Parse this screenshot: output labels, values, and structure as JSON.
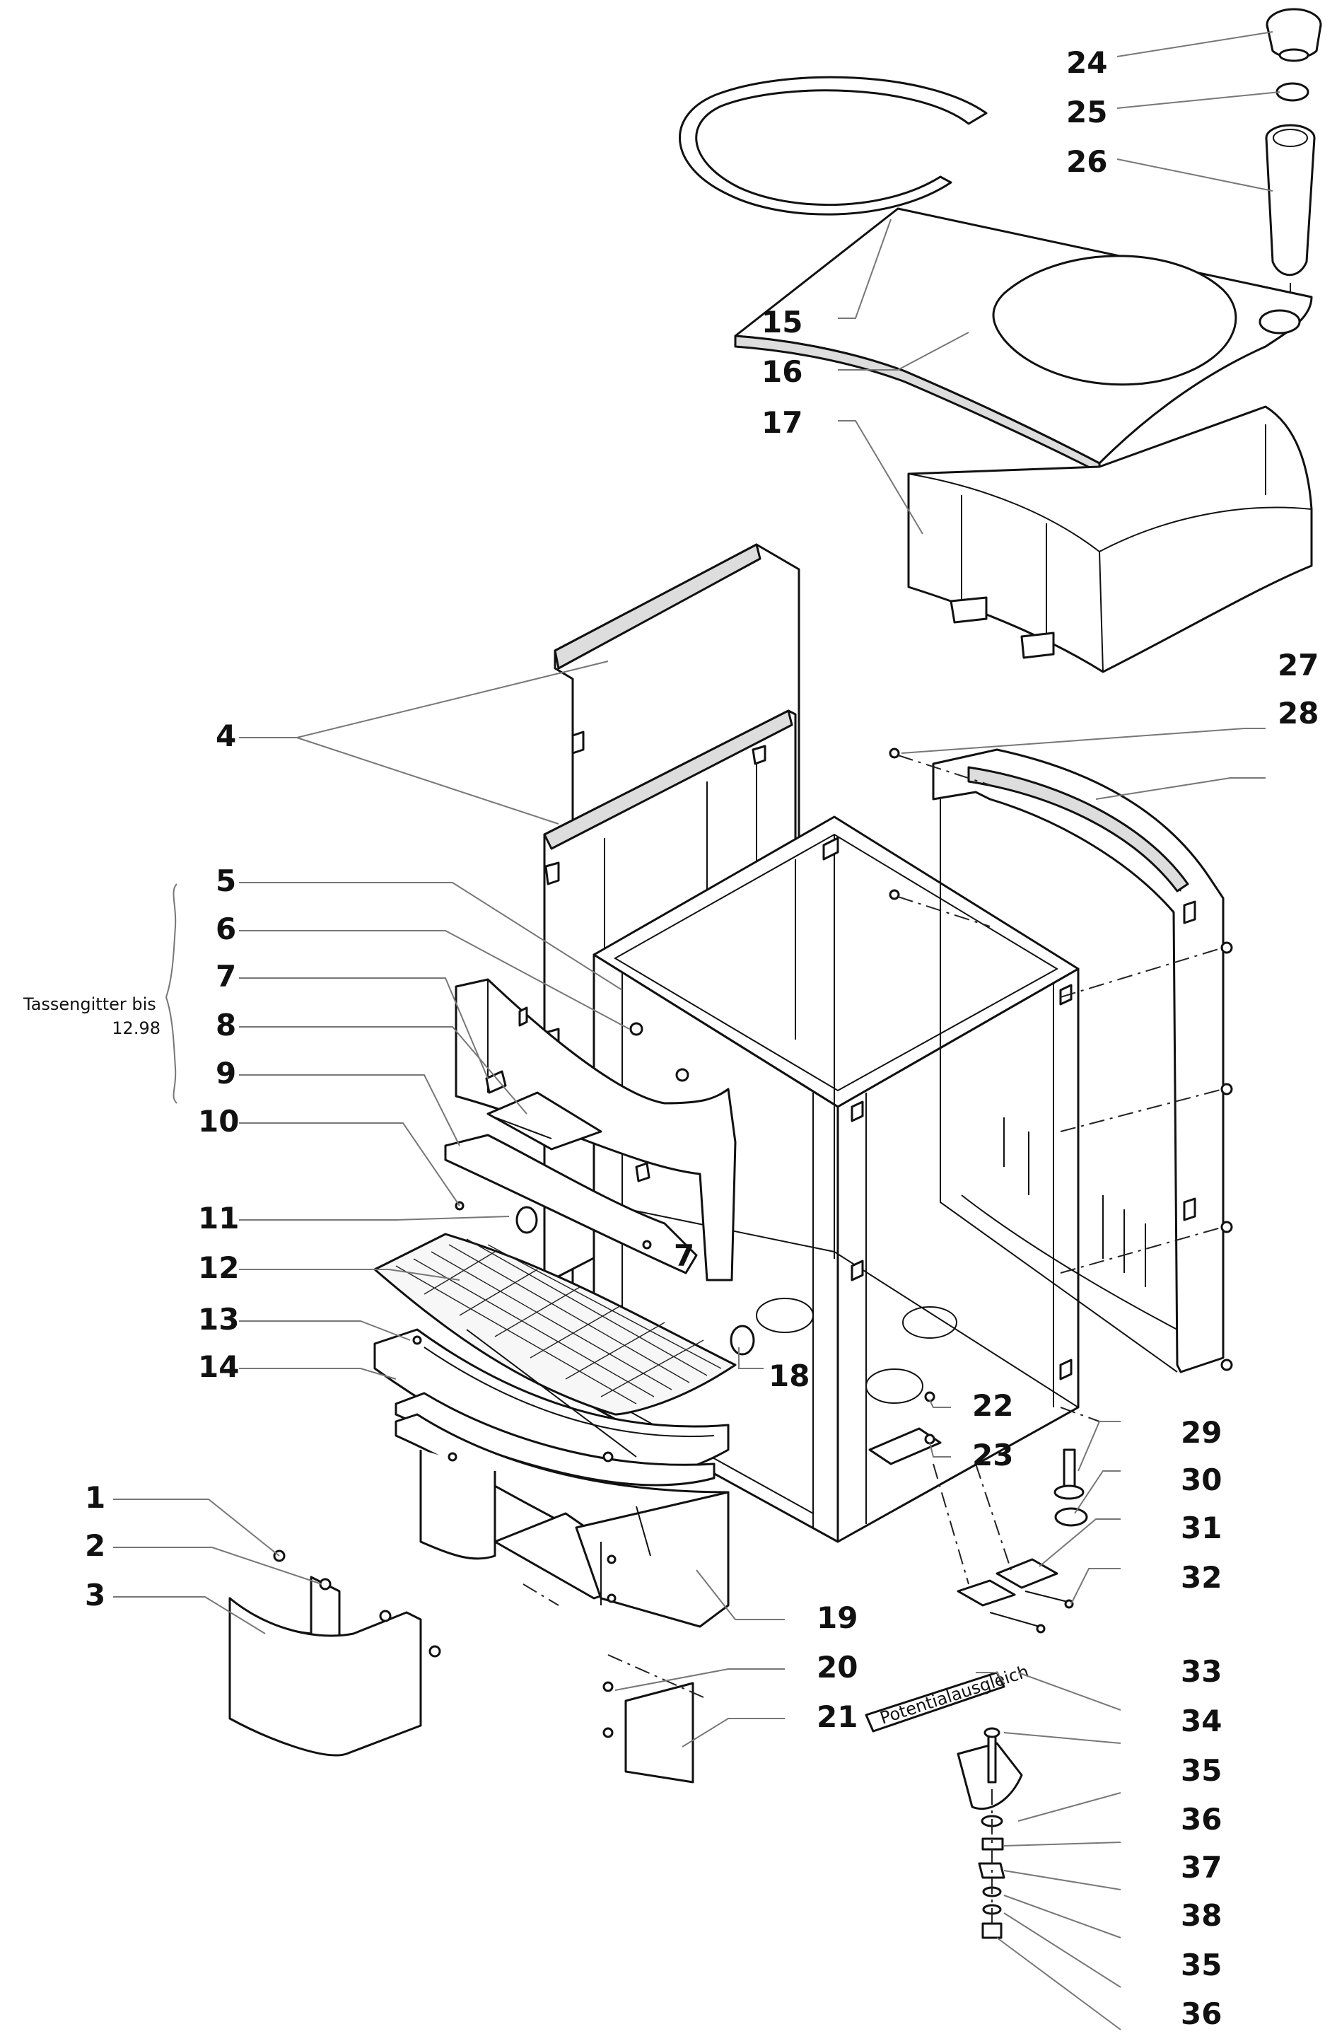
{
  "note": {
    "line1": "Tassengitter bis",
    "line2": "12.98"
  },
  "label_sticker": "Potentialausgleich",
  "callouts": {
    "n1": "1",
    "n2": "2",
    "n3": "3",
    "n4": "4",
    "n5": "5",
    "n6": "6",
    "n7a": "7",
    "n7b": "7",
    "n8": "8",
    "n9": "9",
    "n10": "10",
    "n11": "11",
    "n12": "12",
    "n13": "13",
    "n14": "14",
    "n15": "15",
    "n16": "16",
    "n17": "17",
    "n18": "18",
    "n19": "19",
    "n20": "20",
    "n21": "21",
    "n22": "22",
    "n23": "23",
    "n24": "24",
    "n25": "25",
    "n26": "26",
    "n27": "27",
    "n28": "28",
    "n29": "29",
    "n30": "30",
    "n31": "31",
    "n32": "32",
    "n33": "33",
    "n34": "34",
    "n35a": "35",
    "n36a": "36",
    "n37": "37",
    "n38": "38",
    "n35b": "35",
    "n36b": "36"
  }
}
